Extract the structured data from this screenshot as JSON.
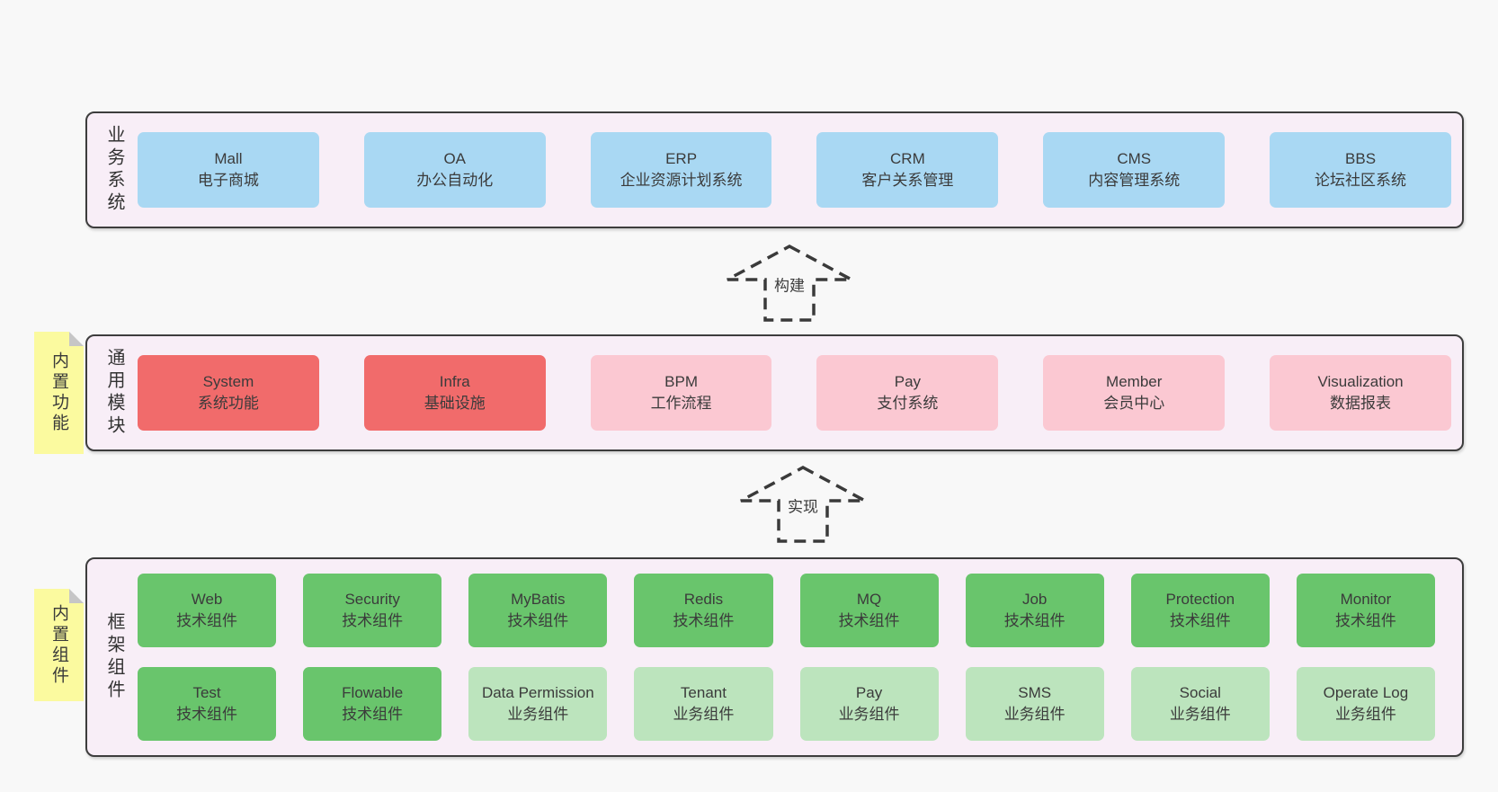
{
  "colors": {
    "page_background": "#f8f8f8",
    "layer_background": "#f8eef7",
    "layer_border": "#3d3d3d",
    "business_box": "#a9d8f3",
    "core_module_box": "#f16b6b",
    "optional_module_box": "#fbc8d2",
    "tech_component_box": "#69c56c",
    "biz_component_box": "#bce4bd",
    "sticky_tag": "#fbfa9f",
    "text": "#3b3b3b"
  },
  "arrows": [
    {
      "label": "构建"
    },
    {
      "label": "实现"
    }
  ],
  "layers": [
    {
      "label": "业务系统",
      "boxes": [
        {
          "title": "Mall",
          "subtitle": "电子商城"
        },
        {
          "title": "OA",
          "subtitle": "办公自动化"
        },
        {
          "title": "ERP",
          "subtitle": "企业资源计划系统"
        },
        {
          "title": "CRM",
          "subtitle": "客户关系管理"
        },
        {
          "title": "CMS",
          "subtitle": "内容管理系统"
        },
        {
          "title": "BBS",
          "subtitle": "论坛社区系统"
        }
      ]
    },
    {
      "label": "通用模块",
      "tag": "内置功能",
      "boxes": [
        {
          "title": "System",
          "subtitle": "系统功能"
        },
        {
          "title": "Infra",
          "subtitle": "基础设施"
        },
        {
          "title": "BPM",
          "subtitle": "工作流程"
        },
        {
          "title": "Pay",
          "subtitle": "支付系统"
        },
        {
          "title": "Member",
          "subtitle": "会员中心"
        },
        {
          "title": "Visualization",
          "subtitle": "数据报表"
        }
      ]
    },
    {
      "label": "框架组件",
      "tag": "内置组件",
      "rows": [
        [
          {
            "title": "Web",
            "subtitle": "技术组件"
          },
          {
            "title": "Security",
            "subtitle": "技术组件"
          },
          {
            "title": "MyBatis",
            "subtitle": "技术组件"
          },
          {
            "title": "Redis",
            "subtitle": "技术组件"
          },
          {
            "title": "MQ",
            "subtitle": "技术组件"
          },
          {
            "title": "Job",
            "subtitle": "技术组件"
          },
          {
            "title": "Protection",
            "subtitle": "技术组件"
          },
          {
            "title": "Monitor",
            "subtitle": "技术组件"
          }
        ],
        [
          {
            "title": "Test",
            "subtitle": "技术组件"
          },
          {
            "title": "Flowable",
            "subtitle": "技术组件"
          },
          {
            "title": "Data Permission",
            "subtitle": "业务组件"
          },
          {
            "title": "Tenant",
            "subtitle": "业务组件"
          },
          {
            "title": "Pay",
            "subtitle": "业务组件"
          },
          {
            "title": "SMS",
            "subtitle": "业务组件"
          },
          {
            "title": "Social",
            "subtitle": "业务组件"
          },
          {
            "title": "Operate Log",
            "subtitle": "业务组件"
          }
        ]
      ]
    }
  ]
}
